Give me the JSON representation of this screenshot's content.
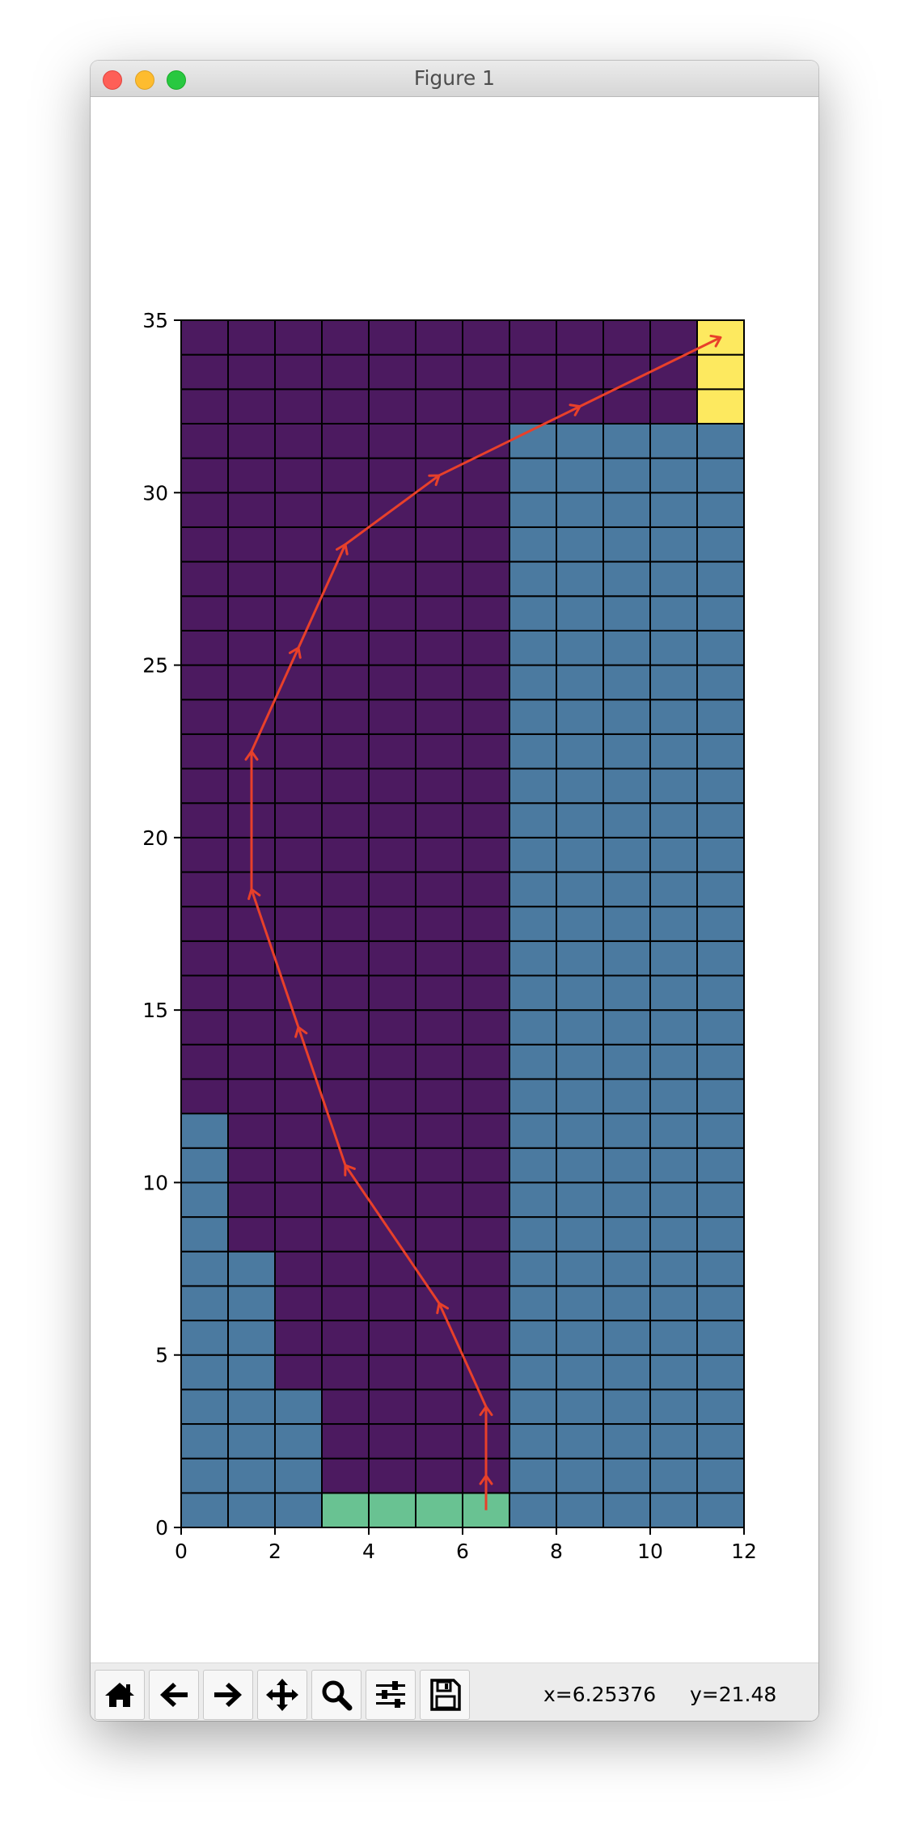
{
  "window": {
    "title": "Figure 1"
  },
  "toolbar": {
    "buttons": [
      {
        "icon": "home-icon"
      },
      {
        "icon": "back-arrow-icon"
      },
      {
        "icon": "forward-arrow-icon"
      },
      {
        "icon": "pan-icon"
      },
      {
        "icon": "zoom-icon"
      },
      {
        "icon": "configure-subplots-icon"
      },
      {
        "icon": "save-icon"
      }
    ],
    "x_readout": "x=6.25376",
    "y_readout": "y=21.48"
  },
  "chart_data": {
    "type": "heatmap",
    "title": "",
    "xlabel": "",
    "ylabel": "",
    "xlim": [
      0,
      12
    ],
    "ylim": [
      0,
      35
    ],
    "xticks": [
      "0",
      "2",
      "4",
      "6",
      "8",
      "10",
      "12"
    ],
    "yticks": [
      "0",
      "5",
      "10",
      "15",
      "20",
      "25",
      "30",
      "35"
    ],
    "grid_cols": 12,
    "grid_rows": 35,
    "colors": {
      "grid": "#4b7aa0",
      "free": "#4c1a60",
      "start": "#69c292",
      "goal": "#fde95f",
      "path": "#e8402a",
      "cell_edge": "#000000"
    },
    "regions": [
      {
        "kind": "free",
        "x": [
          0,
          11
        ],
        "y": [
          12,
          35
        ]
      },
      {
        "kind": "free",
        "x": [
          1,
          7
        ],
        "y": [
          8,
          12
        ]
      },
      {
        "kind": "free",
        "x": [
          2,
          7
        ],
        "y": [
          4,
          8
        ]
      },
      {
        "kind": "free",
        "x": [
          3,
          7
        ],
        "y": [
          1,
          4
        ]
      },
      {
        "kind": "grid",
        "x": [
          7,
          12
        ],
        "y": [
          0,
          32
        ]
      },
      {
        "kind": "start",
        "x": [
          3,
          7
        ],
        "y": [
          0,
          1
        ]
      },
      {
        "kind": "goal",
        "x": [
          11,
          12
        ],
        "y": [
          32,
          35
        ]
      }
    ],
    "path": {
      "x": [
        6.5,
        6.5,
        6.5,
        5.5,
        3.5,
        2.5,
        1.5,
        1.5,
        2.5,
        3.5,
        5.5,
        8.5,
        11.5
      ],
      "y": [
        0.5,
        1.5,
        3.5,
        6.5,
        10.5,
        14.5,
        18.5,
        22.5,
        25.5,
        28.5,
        30.5,
        32.5,
        34.5
      ]
    }
  }
}
